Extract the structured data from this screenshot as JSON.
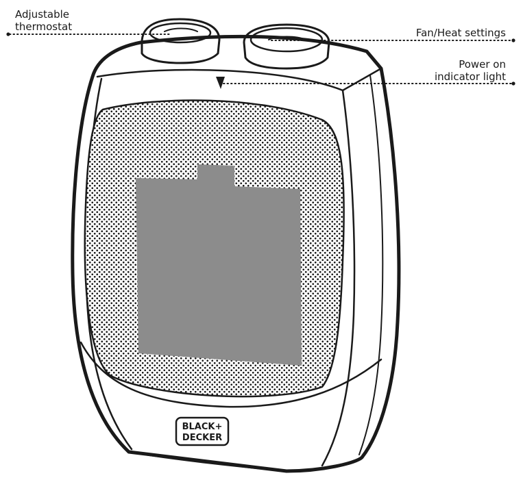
{
  "callouts": {
    "thermostat": {
      "line1": "Adjustable",
      "line2": "thermostat"
    },
    "fan_heat": {
      "line1": "Fan/Heat settings"
    },
    "power_light": {
      "line1": "Power on",
      "line2": "indicator light"
    }
  },
  "brand": {
    "line1": "BLACK+",
    "line2": "DECKER"
  },
  "colors": {
    "ink": "#1a1a1a",
    "element_fill": "#8c8c8c",
    "background": "#ffffff"
  }
}
